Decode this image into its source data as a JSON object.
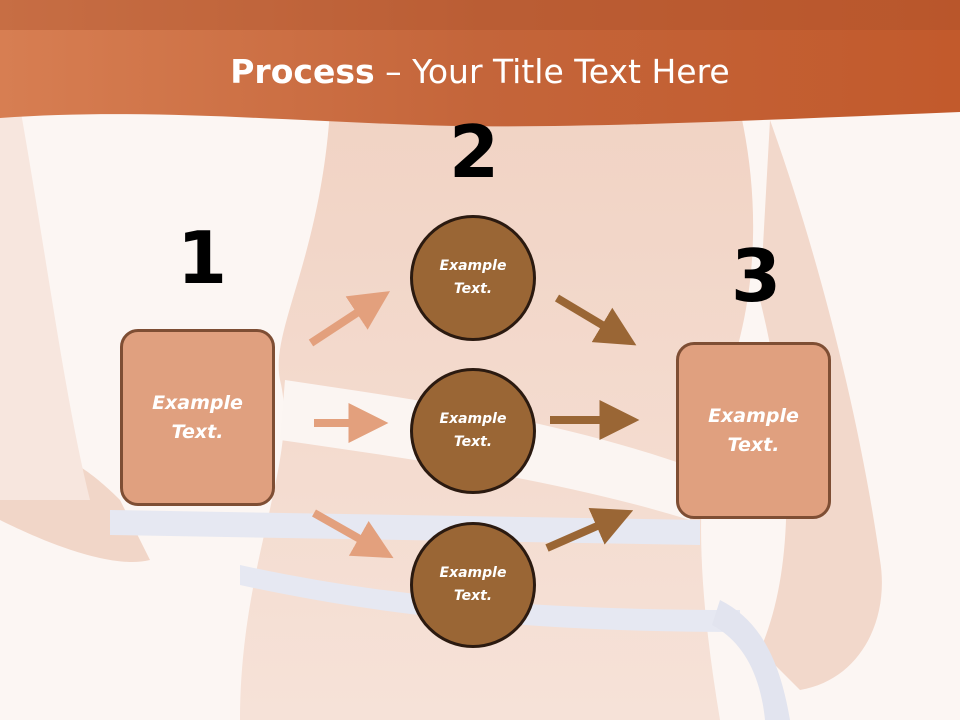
{
  "header": {
    "title_bold": "Process",
    "title_rest": " – Your Title Text Here"
  },
  "steps": {
    "s1": {
      "number": "1",
      "text": "Example\nText."
    },
    "s2": {
      "number": "2"
    },
    "s3": {
      "number": "3",
      "text": "Example\nText."
    }
  },
  "circles": [
    {
      "text": "Example\nText."
    },
    {
      "text": "Example\nText."
    },
    {
      "text": "Example\nText."
    }
  ],
  "colors": {
    "header": "#c8683a",
    "box_fill": "#e0a07f",
    "circle_fill": "#9a6635",
    "arrow_light": "#e3a07d",
    "arrow_dark": "#9a6635"
  }
}
